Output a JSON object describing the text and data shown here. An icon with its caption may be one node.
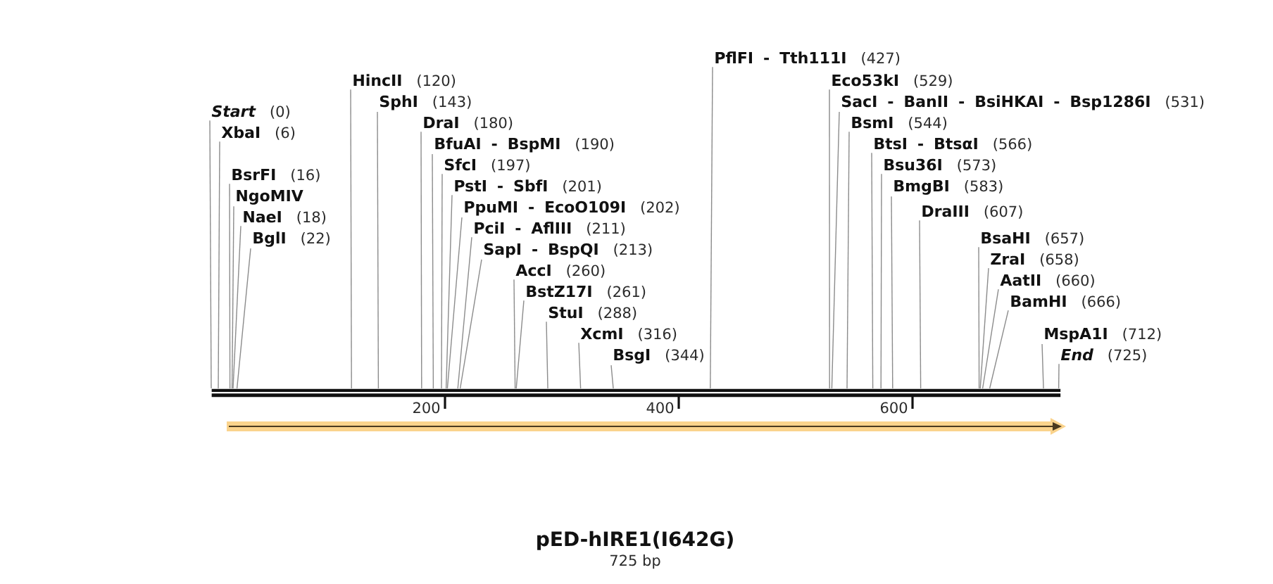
{
  "diagram": {
    "title": "pED-hIRE1(I642G)",
    "nodes": [
      {
        "text": [
          "Start",
          "(0)"
        ]
      },
      {
        "text": [
          "XbaI",
          "(6)"
        ]
      },
      {
        "text": [
          "BsrFI",
          "(16)"
        ]
      },
      {
        "text": [
          "NgoMIV"
        ]
      },
      {
        "text": [
          "NaeI",
          "(18)"
        ]
      },
      {
        "text": [
          "BglI",
          "(22)"
        ]
      },
      {
        "text": [
          "HincII",
          "(120)"
        ]
      },
      {
        "text": [
          "SphI",
          "(143)"
        ]
      },
      {
        "text": [
          "DraI",
          "(180)"
        ]
      },
      {
        "text": [
          "BfuAI - BspMI",
          "(190)"
        ]
      },
      {
        "text": [
          "SfcI",
          "(197)"
        ]
      },
      {
        "text": [
          "PstI - SbfI",
          "(201)"
        ]
      },
      {
        "text": [
          "PpuMI - EcoO109I",
          "(202)"
        ]
      },
      {
        "text": [
          "PciI - AflIII",
          "(211)"
        ]
      },
      {
        "text": [
          "SapI - BspQI",
          "(213)"
        ]
      },
      {
        "text": [
          "AccI",
          "(260)"
        ]
      },
      {
        "text": [
          "BstZ17I",
          "(261)"
        ]
      },
      {
        "text": [
          "StuI",
          "(288)"
        ]
      },
      {
        "text": [
          "XcmI",
          "(316)"
        ]
      },
      {
        "text": [
          "BsgI",
          "(344)"
        ]
      },
      {
        "text": [
          "PflFI - Tth111I",
          "(427)"
        ]
      },
      {
        "text": [
          "Eco53kI",
          "(529)"
        ]
      },
      {
        "text": [
          "SacI - BanII - BsiHKAI - Bsp1286I",
          "(531)"
        ]
      },
      {
        "text": [
          "BsmI",
          "(544)"
        ]
      },
      {
        "text": [
          "BtsI - BtsαI",
          "(566)"
        ]
      },
      {
        "text": [
          "Bsu36I",
          "(573)"
        ]
      },
      {
        "text": [
          "BmgBI",
          "(583)"
        ]
      },
      {
        "text": [
          "DraIII",
          "(607)"
        ]
      },
      {
        "text": [
          "BsaHI",
          "(657)"
        ]
      },
      {
        "text": [
          "ZraI",
          "(658)"
        ]
      },
      {
        "text": [
          "AatII",
          "(660)"
        ]
      },
      {
        "text": [
          "BamHI",
          "(666)"
        ]
      },
      {
        "text": [
          "MspA1I",
          "(712)"
        ]
      },
      {
        "text": [
          "End",
          "(725)"
        ]
      },
      {
        "text": [],
        "shape": "bar"
      }
    ],
    "edges": [
      {
        "from": 0,
        "to": 34,
        "arrow": "none"
      },
      {
        "from": 1,
        "to": 34,
        "arrow": "none"
      },
      {
        "from": 2,
        "to": 34,
        "arrow": "none"
      },
      {
        "from": 3,
        "to": 34,
        "arrow": "none"
      },
      {
        "from": 4,
        "to": 34,
        "arrow": "none"
      },
      {
        "from": 5,
        "to": 34,
        "arrow": "none"
      },
      {
        "from": 6,
        "to": 34,
        "arrow": "none"
      },
      {
        "from": 7,
        "to": 34,
        "arrow": "none"
      },
      {
        "from": 8,
        "to": 34,
        "arrow": "none"
      },
      {
        "from": 9,
        "to": 34,
        "arrow": "none"
      },
      {
        "from": 10,
        "to": 34,
        "arrow": "none"
      },
      {
        "from": 11,
        "to": 34,
        "arrow": "none"
      },
      {
        "from": 12,
        "to": 34,
        "arrow": "none"
      },
      {
        "from": 13,
        "to": 34,
        "arrow": "none"
      },
      {
        "from": 14,
        "to": 34,
        "arrow": "none"
      },
      {
        "from": 15,
        "to": 34,
        "arrow": "none"
      },
      {
        "from": 16,
        "to": 34,
        "arrow": "none"
      },
      {
        "from": 17,
        "to": 34,
        "arrow": "none"
      },
      {
        "from": 18,
        "to": 34,
        "arrow": "none"
      },
      {
        "from": 19,
        "to": 34,
        "arrow": "none"
      },
      {
        "from": 20,
        "to": 34,
        "arrow": "none"
      },
      {
        "from": 21,
        "to": 34,
        "arrow": "none"
      },
      {
        "from": 22,
        "to": 34,
        "arrow": "none"
      },
      {
        "from": 23,
        "to": 34,
        "arrow": "none"
      },
      {
        "from": 24,
        "to": 34,
        "arrow": "none"
      },
      {
        "from": 25,
        "to": 34,
        "arrow": "none"
      },
      {
        "from": 26,
        "to": 34,
        "arrow": "none"
      },
      {
        "from": 27,
        "to": 34,
        "arrow": "none"
      },
      {
        "from": 28,
        "to": 34,
        "arrow": "none"
      },
      {
        "from": 29,
        "to": 34,
        "arrow": "none"
      },
      {
        "from": 30,
        "to": 34,
        "arrow": "none"
      },
      {
        "from": 31,
        "to": 34,
        "arrow": "none"
      },
      {
        "from": 32,
        "to": 34,
        "arrow": "none"
      },
      {
        "from": 33,
        "to": 34,
        "arrow": "none"
      }
    ],
    "labels": [
      "200",
      "400",
      "600",
      "725 bp"
    ]
  }
}
